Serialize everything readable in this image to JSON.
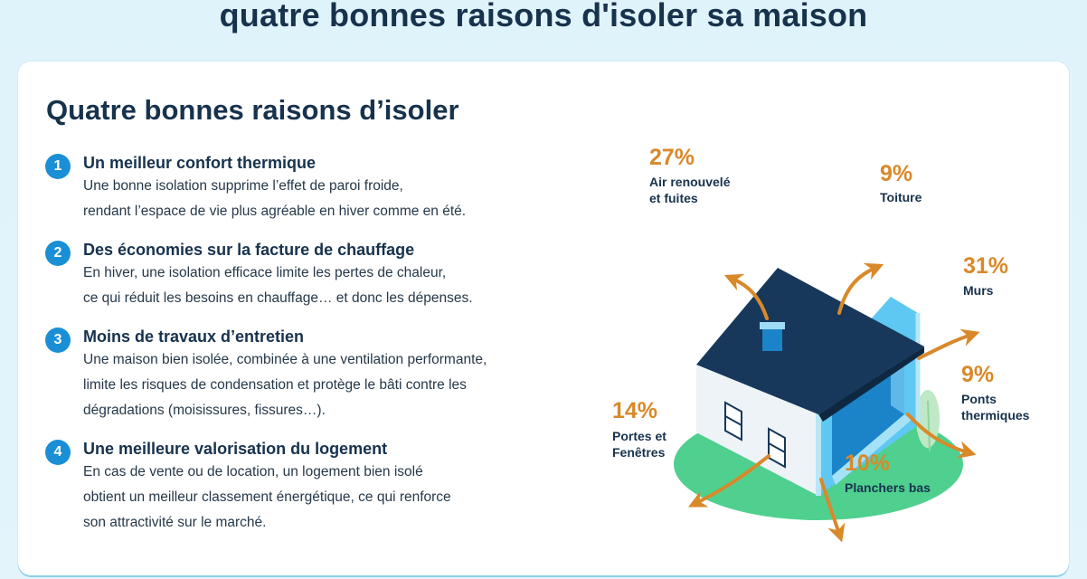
{
  "banner_title": "quatre bonnes raisons d'isoler sa maison",
  "card": {
    "title": "Quatre bonnes raisons d’isoler",
    "reasons": [
      {
        "number": "1",
        "title": "Un meilleur confort thermique",
        "lines": [
          "Une bonne isolation supprime l’effet de paroi froide,",
          "rendant l’espace de vie plus agréable en hiver comme en été."
        ]
      },
      {
        "number": "2",
        "title": "Des économies sur la facture de chauffage",
        "lines": [
          "En hiver, une isolation efficace limite les pertes de chaleur,",
          "ce qui réduit les besoins en chauffage… et donc les dépenses."
        ]
      },
      {
        "number": "3",
        "title": "Moins de travaux d’entretien",
        "lines": [
          "Une maison bien isolée, combinée à une ventilation performante,",
          "limite les risques de condensation et protège le bâti contre les",
          "dégradations (moisissures, fissures…)."
        ]
      },
      {
        "number": "4",
        "title": "Une meilleure valorisation du logement",
        "lines": [
          "En cas de vente ou de location, un logement bien isolé",
          "obtient un meilleur classement énergétique, ce qui renforce",
          "son attractivité sur le marché."
        ]
      }
    ]
  },
  "heat_loss": [
    {
      "value": "27%",
      "label": [
        "Air renouvelé",
        "et fuites"
      ]
    },
    {
      "value": "9%",
      "label": [
        "Toiture"
      ]
    },
    {
      "value": "31%",
      "label": [
        "Murs"
      ]
    },
    {
      "value": "9%",
      "label": [
        "Ponts",
        "thermiques"
      ]
    },
    {
      "value": "14%",
      "label": [
        "Portes et",
        "Fenêtres"
      ]
    },
    {
      "value": "10%",
      "label": [
        "Planchers bas"
      ]
    }
  ],
  "colors": {
    "accent_orange": "#d9892a",
    "number_blue": "#1a8fd6",
    "roof_navy": "#17385a",
    "wall_light_blue": "#5ec8f2",
    "ground_green": "#4fd08f"
  }
}
